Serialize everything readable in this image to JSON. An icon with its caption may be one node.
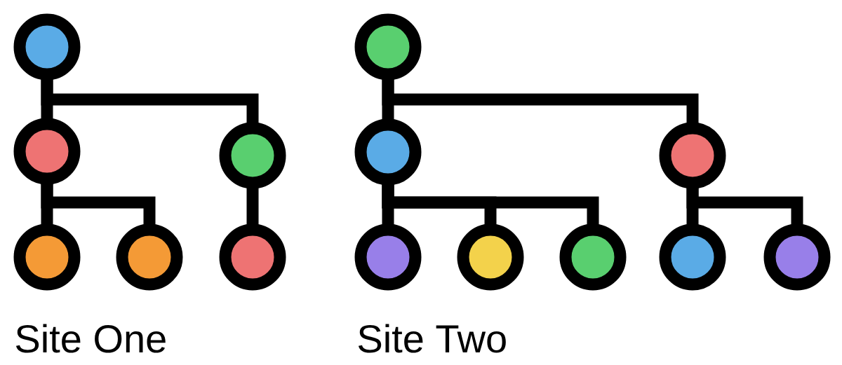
{
  "diagram": {
    "nodes": [
      {
        "text": [],
        "shape": "circle"
      },
      {
        "text": [],
        "shape": "circle"
      },
      {
        "text": [],
        "shape": "circle"
      },
      {
        "text": [],
        "shape": "circle"
      },
      {
        "text": [],
        "shape": "circle"
      },
      {
        "text": [],
        "shape": "circle"
      },
      {
        "text": [],
        "shape": "circle"
      },
      {
        "text": [],
        "shape": "circle"
      },
      {
        "text": [],
        "shape": "circle"
      },
      {
        "text": [],
        "shape": "circle"
      },
      {
        "text": [],
        "shape": "circle"
      },
      {
        "text": [],
        "shape": "circle"
      },
      {
        "text": [],
        "shape": "circle"
      },
      {
        "text": [],
        "shape": "circle"
      }
    ],
    "edges": [
      {
        "from": 0,
        "to": 1,
        "arrow": "none"
      },
      {
        "from": 0,
        "to": 2,
        "arrow": "none"
      },
      {
        "from": 1,
        "to": 3,
        "arrow": "none"
      },
      {
        "from": 1,
        "to": 4,
        "arrow": "none"
      },
      {
        "from": 2,
        "to": 5,
        "arrow": "none"
      },
      {
        "from": 6,
        "to": 7,
        "arrow": "none"
      },
      {
        "from": 6,
        "to": 8,
        "arrow": "none"
      },
      {
        "from": 7,
        "to": 9,
        "arrow": "none"
      },
      {
        "from": 7,
        "to": 10,
        "arrow": "none"
      },
      {
        "from": 7,
        "to": 11,
        "arrow": "none"
      },
      {
        "from": 8,
        "to": 12,
        "arrow": "none"
      },
      {
        "from": 8,
        "to": 13,
        "arrow": "none"
      }
    ],
    "labels": [
      "Site One",
      "Site Two"
    ]
  }
}
